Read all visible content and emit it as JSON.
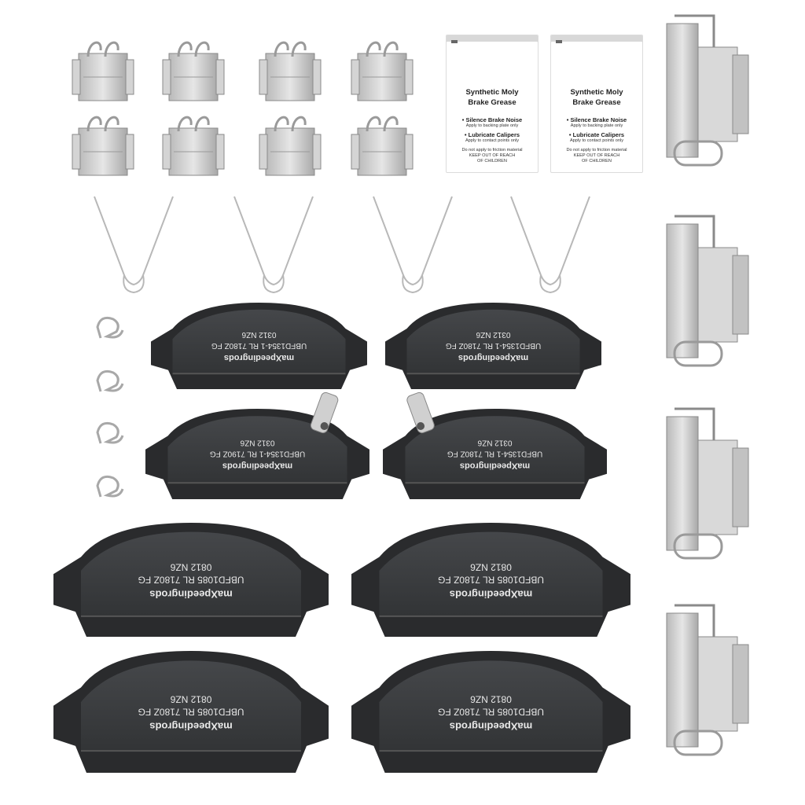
{
  "grease_packets": [
    {
      "title_line1": "Synthetic Moly",
      "title_line2": "Brake Grease",
      "bullet1": "• Silence Brake Noise",
      "bullet1_sub": "Apply to backing plate only",
      "bullet2": "• Lubricate Calipers",
      "bullet2_sub": "Apply to contact points only",
      "warning1": "Do not apply to friction material",
      "warning2": "KEEP OUT OF REACH",
      "warning3": "OF CHILDREN"
    },
    {
      "title_line1": "Synthetic Moly",
      "title_line2": "Brake Grease",
      "bullet1": "• Silence Brake Noise",
      "bullet1_sub": "Apply to backing plate only",
      "bullet2": "• Lubricate Calipers",
      "bullet2_sub": "Apply to contact points only",
      "warning1": "Do not apply to friction material",
      "warning2": "KEEP OUT OF REACH",
      "warning3": "OF CHILDREN"
    }
  ],
  "rear_pads": [
    {
      "brand": "maXpeedingrods",
      "code": "UBFD1354-1 RL 7180Z FG",
      "batch": "0312 NZ6"
    },
    {
      "brand": "maXpeedingrods",
      "code": "UBFD1354-1 RL 7180Z FG",
      "batch": "0312 NZ6"
    },
    {
      "brand": "maXpeedingrods",
      "code": "UBFD1354-1 RL 7190Z FG",
      "batch": "0312 NZ6"
    },
    {
      "brand": "maXpeedingrods",
      "code": "UBFD1354-1 RL 7180Z FG",
      "batch": "0312 NZ6"
    }
  ],
  "front_pads": [
    {
      "brand": "maXpeedingrods",
      "code": "UBFD1085 RL 7180Z FG",
      "batch": "0812 NZ6"
    },
    {
      "brand": "maXpeedingrods",
      "code": "UBFD1085 RL 7180Z FG",
      "batch": "0812 NZ6"
    },
    {
      "brand": "maXpeedingrods",
      "code": "UBFD1085 RL 7180Z FG",
      "batch": "0812 NZ6"
    },
    {
      "brand": "maXpeedingrods",
      "code": "UBFD1085 RL 7180Z FG",
      "batch": "0812 NZ6"
    }
  ],
  "colors": {
    "pad_body": "#3b3d40",
    "pad_edge": "#2a2b2d",
    "pad_text": "#e9e9e9",
    "metal": "#c9c9c9",
    "metal_dark": "#8a8a8a"
  }
}
